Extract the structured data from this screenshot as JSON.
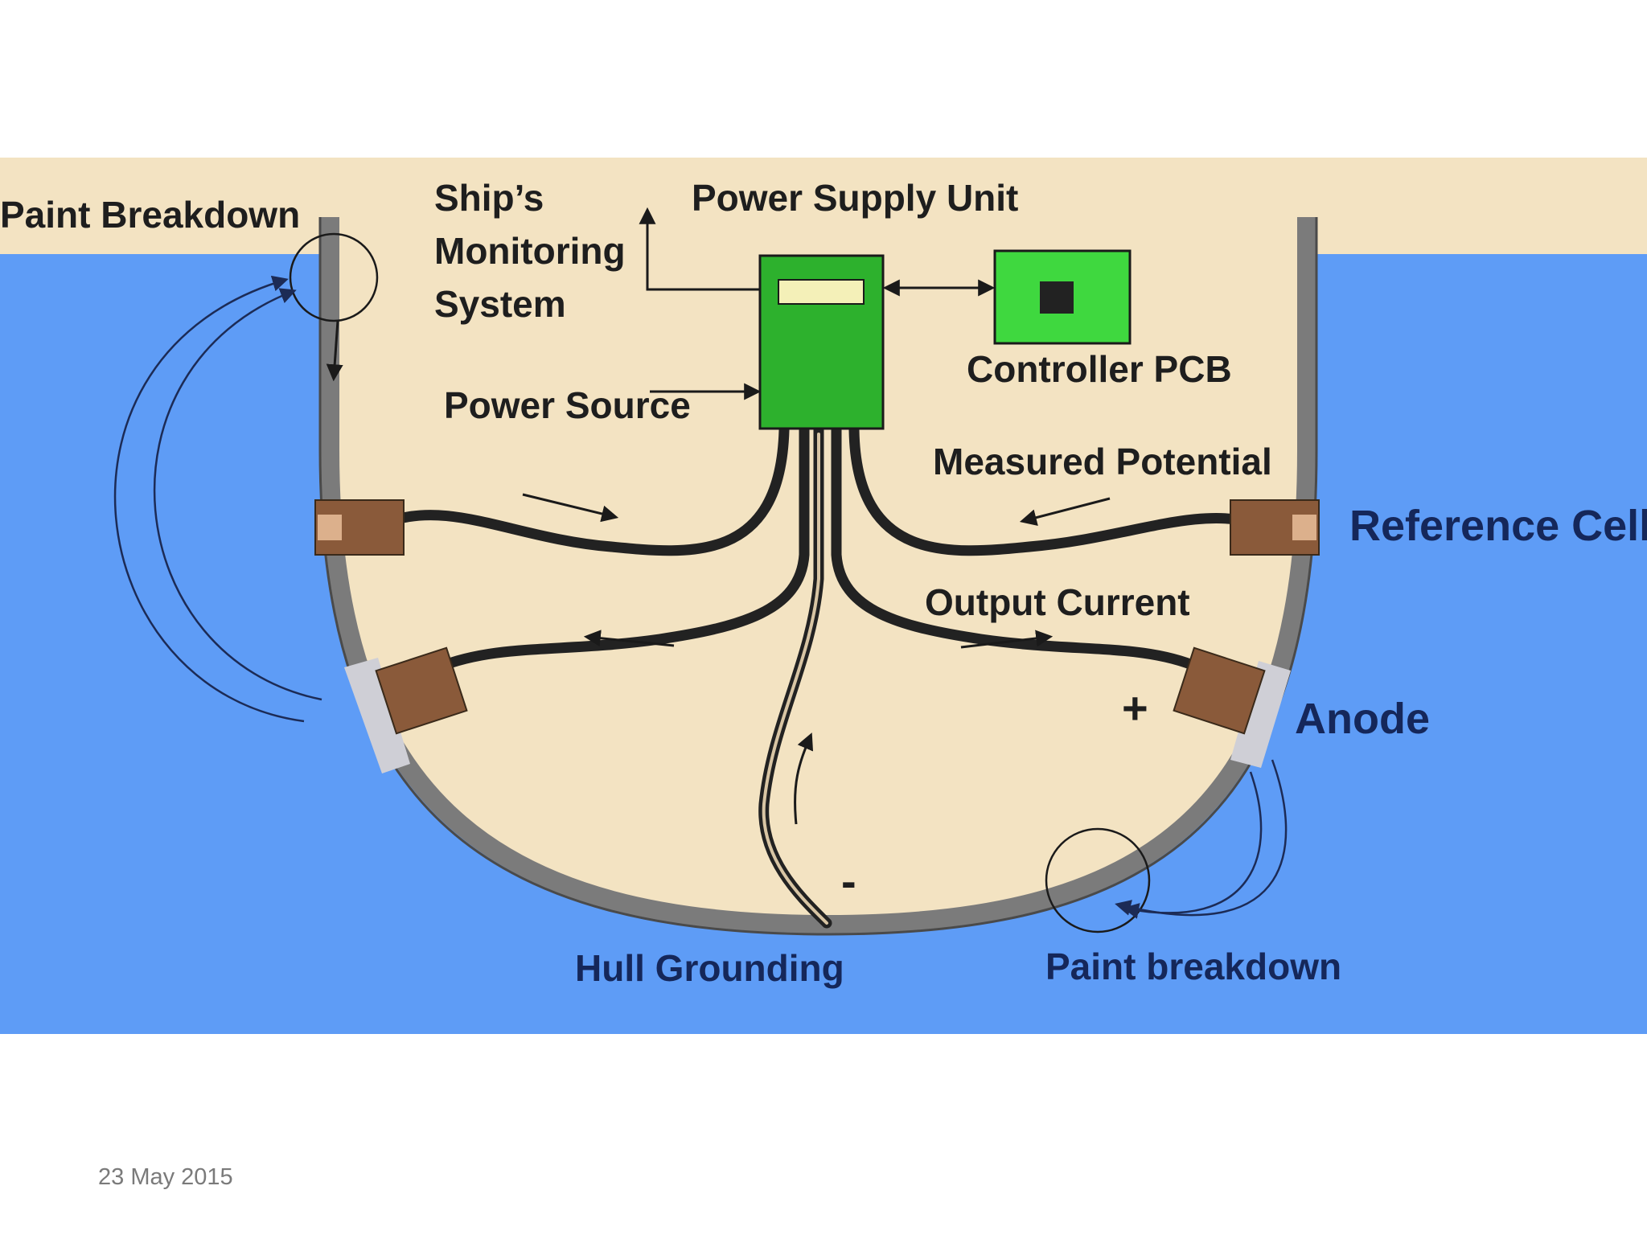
{
  "labels": {
    "paint_breakdown_top": "Paint Breakdown",
    "ships_monitoring_line1": "Ship’s",
    "ships_monitoring_line2": "Monitoring",
    "ships_monitoring_line3": "System",
    "power_supply_unit": "Power Supply Unit",
    "controller_pcb": "Controller PCB",
    "power_source": "Power Source",
    "measured_potential": "Measured Potential",
    "reference_cell": "Reference Cell",
    "output_current": "Output Current",
    "anode": "Anode",
    "plus_sign": "+",
    "minus_sign": "-",
    "hull_grounding": "Hull Grounding",
    "paint_breakdown_bottom": "Paint breakdown"
  },
  "footer": {
    "date": "23 May 2015"
  },
  "colors": {
    "sea": "#5e9cf6",
    "hull_interior": "#f3e3c2",
    "hull_wall": "#7b7b7b",
    "power_unit": "#2db12d",
    "controller_pcb": "#3fd83f",
    "reference_cell_block": "#8a5a3a",
    "cable": "#222222"
  }
}
